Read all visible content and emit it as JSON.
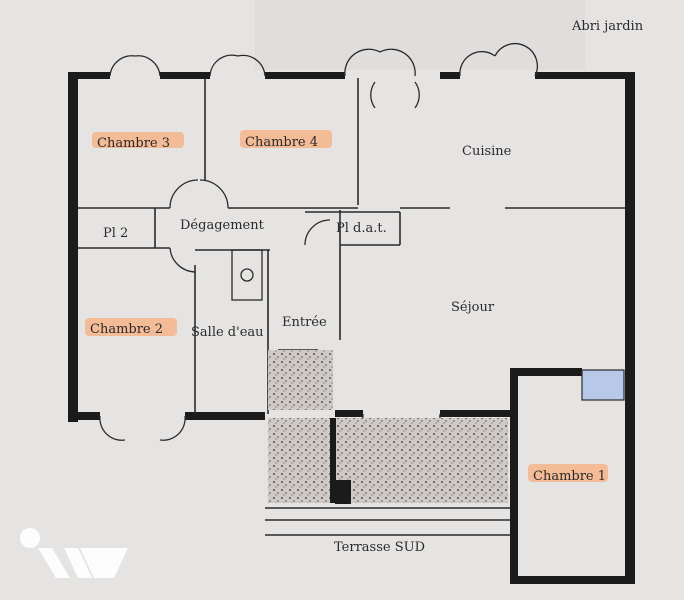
{
  "rooms": {
    "chambre1": "Chambre 1",
    "chambre2": "Chambre 2",
    "chambre3": "Chambre 3",
    "chambre4": "Chambre 4",
    "cuisine": "Cuisine",
    "sejour": "Séjour",
    "degagement": "Dégagement",
    "entree": "Entrée",
    "salle_eau": "Salle d'eau",
    "pl2": "Pl 2",
    "plat": "Pl d.a.t.",
    "terrasse_sud": "Terrasse SUD",
    "abri_jardin": "Abri jardin"
  },
  "colors": {
    "paper": "#e6e4e3",
    "wall": "#1b1b1b",
    "highlight": "#f6b48a",
    "logo": "#ffffff"
  },
  "icons": [
    "watermark-logo"
  ]
}
